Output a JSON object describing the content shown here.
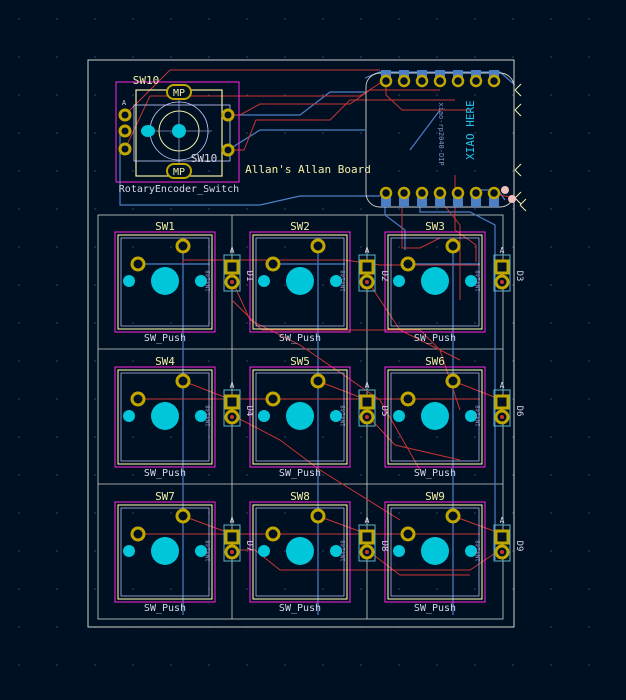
{
  "board": {
    "title": "Allan's Allan Board",
    "colors": {
      "background": "#001023",
      "edge_cuts": "#d0d2cd",
      "courtyard": "#ff26e2",
      "fab": "#c8c8ff",
      "silkscreen": "#f2eda1",
      "copper_front": "#c83434",
      "copper_back": "#4d7fc4",
      "pad_copper": "#c2a600",
      "hole": "#00c6d9",
      "pad_rect": "#5db3c5"
    }
  },
  "switches": [
    {
      "ref": "SW1",
      "value": "SW_Push"
    },
    {
      "ref": "SW2",
      "value": "SW_Push"
    },
    {
      "ref": "SW3",
      "value": "SW_Push"
    },
    {
      "ref": "SW4",
      "value": "SW_Push"
    },
    {
      "ref": "SW5",
      "value": "SW_Push"
    },
    {
      "ref": "SW6",
      "value": "SW_Push"
    },
    {
      "ref": "SW7",
      "value": "SW_Push"
    },
    {
      "ref": "SW8",
      "value": "SW_Push"
    },
    {
      "ref": "SW9",
      "value": "SW_Push"
    }
  ],
  "diodes": [
    {
      "ref": "D1",
      "pin": "A"
    },
    {
      "ref": "D2",
      "pin": "A"
    },
    {
      "ref": "D3",
      "pin": "A"
    },
    {
      "ref": "D4",
      "pin": "A"
    },
    {
      "ref": "D5",
      "pin": "A"
    },
    {
      "ref": "D6",
      "pin": "A"
    },
    {
      "ref": "D7",
      "pin": "A"
    },
    {
      "ref": "D8",
      "pin": "A"
    },
    {
      "ref": "D9",
      "pin": "A"
    }
  ],
  "encoder": {
    "ref": "SW10",
    "ref_fab": "SW10",
    "value": "RotaryEncoder_Switch",
    "mount_pad_label": "MP",
    "pin_label": "A"
  },
  "mcu": {
    "label": "XIAO HERE",
    "back_label": "xiao-rp2040-DIP"
  },
  "diode_back_label": "1N4148"
}
